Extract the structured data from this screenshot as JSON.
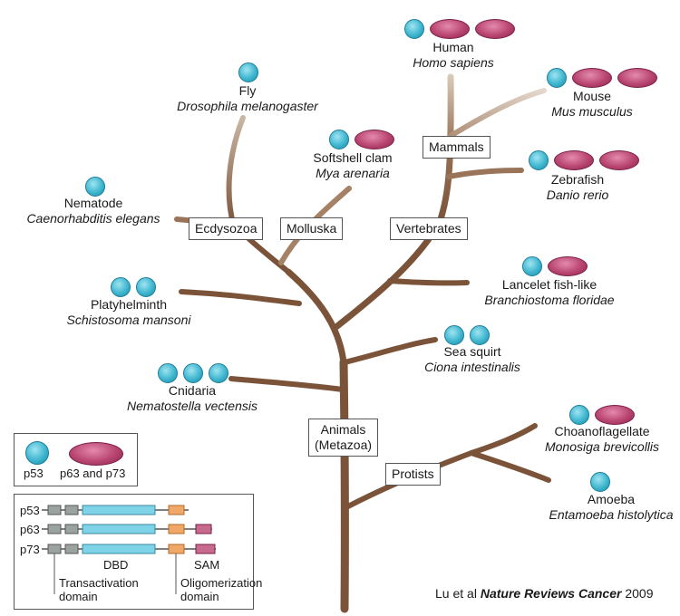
{
  "organisms": {
    "human": {
      "common": "Human",
      "species": "Homo sapiens",
      "p53": 1,
      "p63_p73": 2
    },
    "mouse": {
      "common": "Mouse",
      "species": "Mus musculus",
      "p53": 1,
      "p63_p73": 2
    },
    "zebrafish": {
      "common": "Zebrafish",
      "species": "Danio rerio",
      "p53": 1,
      "p63_p73": 2
    },
    "fly": {
      "common": "Fly",
      "species": "Drosophila melanogaster",
      "p53": 1,
      "p63_p73": 0
    },
    "clam": {
      "common": "Softshell clam",
      "species": "Mya arenaria",
      "p53": 1,
      "p63_p73": 1
    },
    "nematode": {
      "common": "Nematode",
      "species": "Caenorhabditis elegans",
      "p53": 1,
      "p63_p73": 0
    },
    "platyhelminth": {
      "common": "Platyhelminth",
      "species": "Schistosoma mansoni",
      "p53": 2,
      "p63_p73": 0
    },
    "lancelet": {
      "common": "Lancelet fish-like",
      "species": "Branchiostoma floridae",
      "p53": 1,
      "p63_p73": 1
    },
    "seasquirt": {
      "common": "Sea squirt",
      "species": "Ciona intestinalis",
      "p53": 2,
      "p63_p73": 0
    },
    "cnidaria": {
      "common": "Cnidaria",
      "species": "Nematostella vectensis",
      "p53": 3,
      "p63_p73": 0
    },
    "choanoflagellate": {
      "common": "Choanoflagellate",
      "species": "Monosiga brevicollis",
      "p53": 1,
      "p63_p73": 1
    },
    "amoeba": {
      "common": "Amoeba",
      "species": "Entamoeba histolytica",
      "p53": 1,
      "p63_p73": 0
    }
  },
  "clades": {
    "mammals": "Mammals",
    "ecdysozoa": "Ecdysozoa",
    "molluska": "Molluska",
    "vertebrates": "Vertebrates",
    "animals": "Animals\n(Metazoa)",
    "protists": "Protists"
  },
  "legend": {
    "p53": "p53",
    "p63_p73": "p63 and p73",
    "genes": [
      "p53",
      "p63",
      "p73"
    ],
    "dbd": "DBD",
    "sam": "SAM",
    "transactivation": "Transactivation\ndomain",
    "oligomerization": "Oligomerization\ndomain"
  },
  "citation": {
    "pre": "Lu et al ",
    "journal": "Nature Reviews Cancer",
    "year": " 2009"
  },
  "colors": {
    "trunk": "#7b5338",
    "twig": "#cdbba9",
    "p53": "#3fb6cf",
    "p63": "#b8456f",
    "ta": "#9aa3a0",
    "dbd": "#7fd3e6",
    "oligo": "#f0a868",
    "sam": "#c76a8c"
  }
}
